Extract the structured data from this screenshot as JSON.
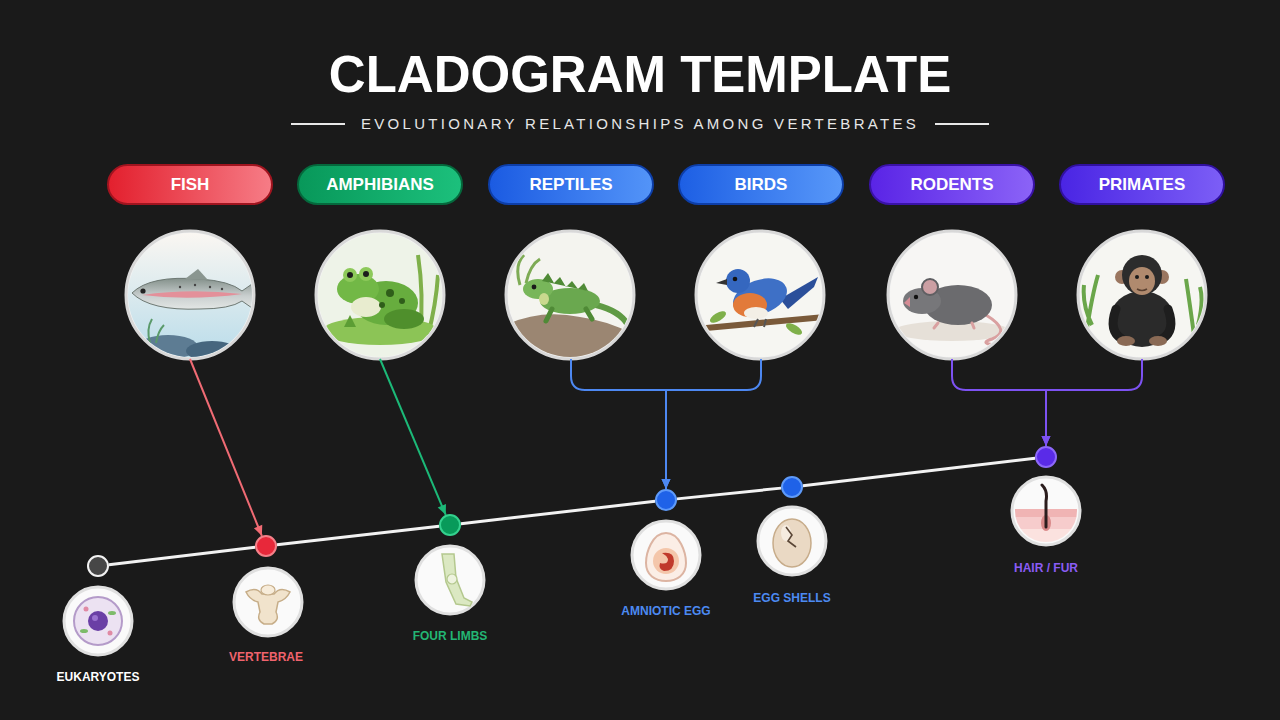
{
  "diagram": {
    "title": "CLADOGRAM TEMPLATE",
    "caption": "EVOLUTIONARY RELATIONSHIPS AMONG VERTEBRATES",
    "nodes": [
      {
        "text": [
          "FISH"
        ]
      },
      {
        "text": [
          "AMPHIBIANS"
        ]
      },
      {
        "text": [
          "REPTILES"
        ]
      },
      {
        "text": [
          "BIRDS"
        ]
      },
      {
        "text": [
          "RODENTS"
        ]
      },
      {
        "text": [
          "PRIMATES"
        ]
      },
      {
        "text": [
          "EUKARYOTES"
        ]
      },
      {
        "text": [
          "VERTEBRAE"
        ]
      },
      {
        "text": [
          "FOUR LIMBS"
        ]
      },
      {
        "text": [
          "AMNIOTIC EGG"
        ]
      },
      {
        "text": [
          "EGG SHELLS"
        ]
      },
      {
        "text": [
          "HAIR / FUR"
        ]
      }
    ],
    "edges": [
      {
        "from": 0,
        "to": 7,
        "arrow": "to"
      },
      {
        "from": 1,
        "to": 8,
        "arrow": "to"
      },
      {
        "from": 2,
        "to": 9,
        "arrow": "to"
      },
      {
        "from": 3,
        "to": 9,
        "arrow": "to"
      },
      {
        "from": 4,
        "to": 11,
        "arrow": "to"
      },
      {
        "from": 5,
        "to": 11,
        "arrow": "to"
      },
      {
        "from": 6,
        "to": 7,
        "arrow": "none"
      },
      {
        "from": 7,
        "to": 8,
        "arrow": "none"
      },
      {
        "from": 8,
        "to": 9,
        "arrow": "none"
      },
      {
        "from": 9,
        "to": 10,
        "arrow": "none"
      },
      {
        "from": 10,
        "to": 11,
        "arrow": "none"
      }
    ]
  }
}
